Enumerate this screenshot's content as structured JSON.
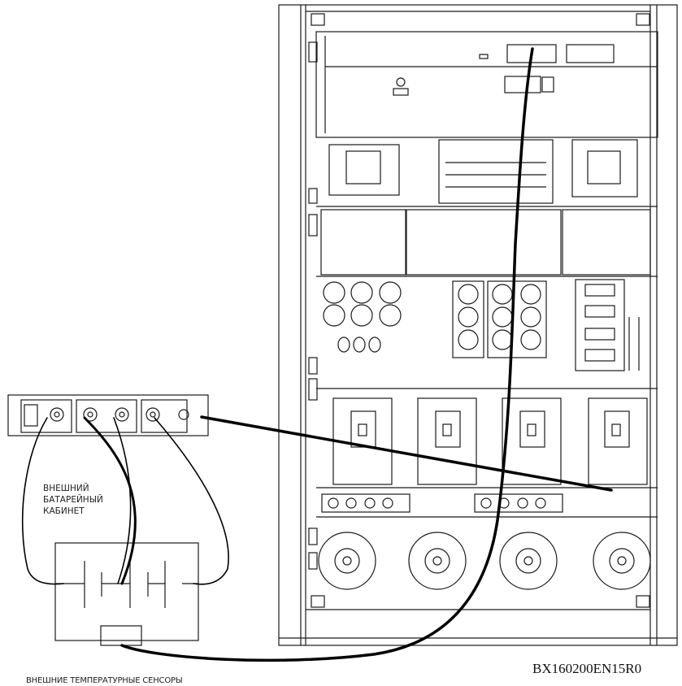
{
  "diagram": {
    "external_cabinet_label": [
      "ВНЕШНИЙ",
      "БАТАРЕЙНЫЙ",
      "КАБИНЕТ"
    ],
    "sensor_label": "ВНЕШНИЕ ТЕМПЕРАТУРНЫЕ СЕНСОРЫ",
    "drawing_code": "BX160200EN15R0"
  },
  "colors": {
    "line": "#1a1a1a",
    "cable": "#000000",
    "background": "#ffffff"
  }
}
